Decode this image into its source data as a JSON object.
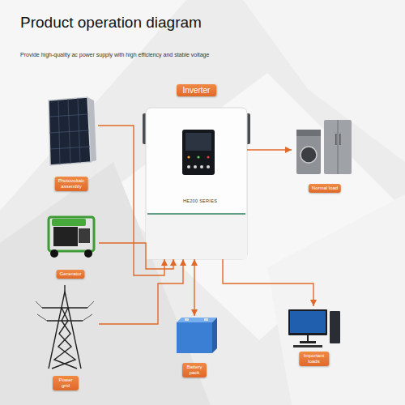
{
  "diagram": {
    "title": "Product operation diagram",
    "nodes": [
      {
        "text": [
          "Inverter",
          "HE200 SERIES"
        ]
      },
      {
        "text": [
          "Photovoltaic assembly"
        ]
      },
      {
        "text": [
          "Normal load"
        ]
      },
      {
        "text": [
          "Generator"
        ]
      },
      {
        "text": [
          "Power grid"
        ]
      },
      {
        "text": [
          "Battery pack"
        ]
      },
      {
        "text": [
          "Important loads"
        ]
      }
    ],
    "edges": [
      {
        "from": 1,
        "to": 0,
        "arrow": "to"
      },
      {
        "from": 3,
        "to": 0,
        "arrow": "to"
      },
      {
        "from": 4,
        "to": 0,
        "arrow": "to"
      },
      {
        "from": 0,
        "to": 2,
        "arrow": "to"
      },
      {
        "from": 0,
        "to": 5,
        "arrow": "both"
      },
      {
        "from": 0,
        "to": 6,
        "arrow": "to"
      }
    ],
    "labels": [
      "Provide high-quality ac power supply with high efficiency and stable voltage"
    ]
  }
}
